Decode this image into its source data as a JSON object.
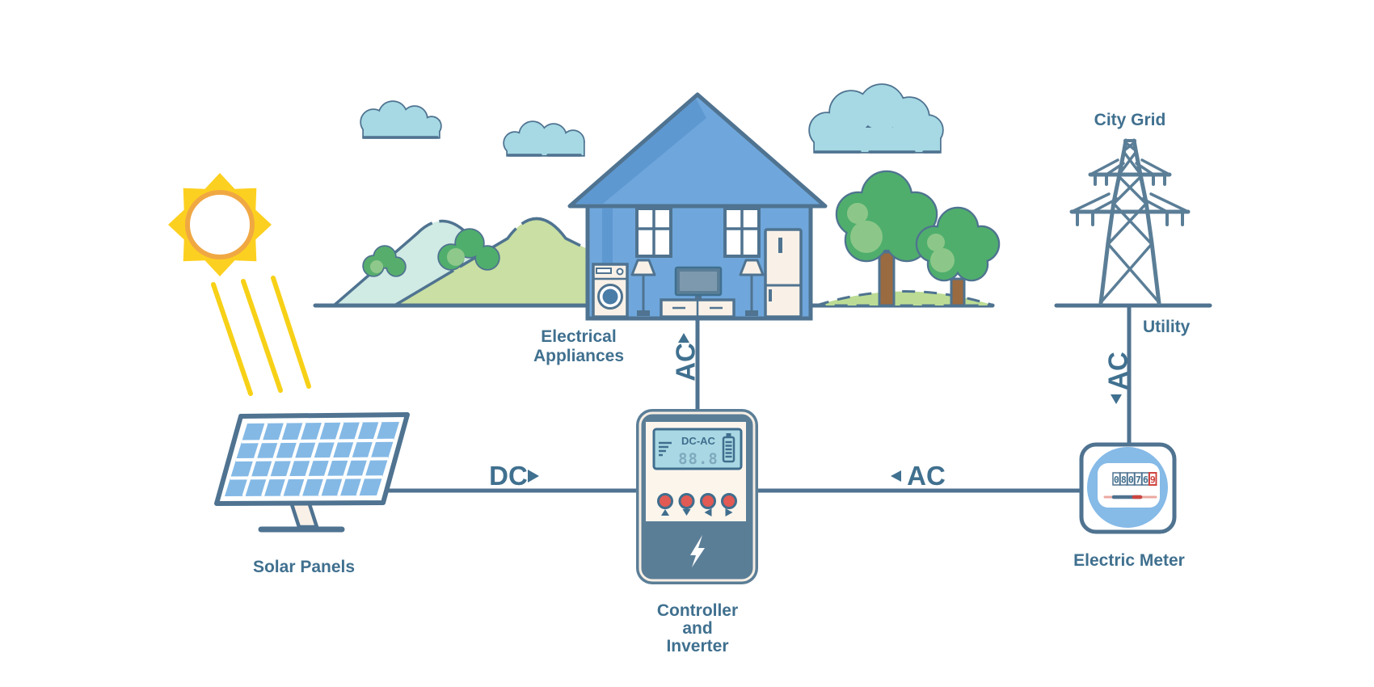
{
  "labels": {
    "solar_panels": "Solar Panels",
    "controller_line1": "Controller",
    "controller_line2": "and",
    "controller_line3": "Inverter",
    "electrical_line1": "Electrical",
    "electrical_line2": "Appliances",
    "electric_meter": "Electric Meter",
    "city_grid": "City Grid",
    "utility": "Utility"
  },
  "flows": {
    "dc_panel_to_controller": "DC",
    "ac_controller_to_house": "AC",
    "ac_meter_to_controller": "AC",
    "ac_grid_to_meter": "AC"
  },
  "controller": {
    "lcd_mode": "DC-AC",
    "lcd_value": "88.8",
    "buttons": [
      "up",
      "down",
      "left",
      "right"
    ]
  },
  "meter": {
    "digits": [
      "0",
      "8",
      "0",
      "7",
      "6",
      "9"
    ]
  },
  "colors": {
    "outline_slate": "#4f7390",
    "text_slate": "#40708f",
    "device_slate": "#5b7e97",
    "cream": "#f9f1e7",
    "house_blue": "#6fa7dc",
    "house_blue_shade": "#5e98d1",
    "panel_cell_blue": "#84b9e6",
    "lcd_blue": "#a9d8e4",
    "meter_circle_blue": "#86bae7",
    "cloud_blue": "#a6d9e4",
    "mountain_cyan": "#d0eae4",
    "mountain_green": "#c9dfa3",
    "tree_green_dark": "#4fae6c",
    "tree_green_light": "#8cc789",
    "trunk_brown": "#9a6a40",
    "sun_yellow": "#fcd020",
    "sun_ring_orange": "#f0a843",
    "button_red": "#e15a54",
    "meter_red": "#cf4540"
  }
}
